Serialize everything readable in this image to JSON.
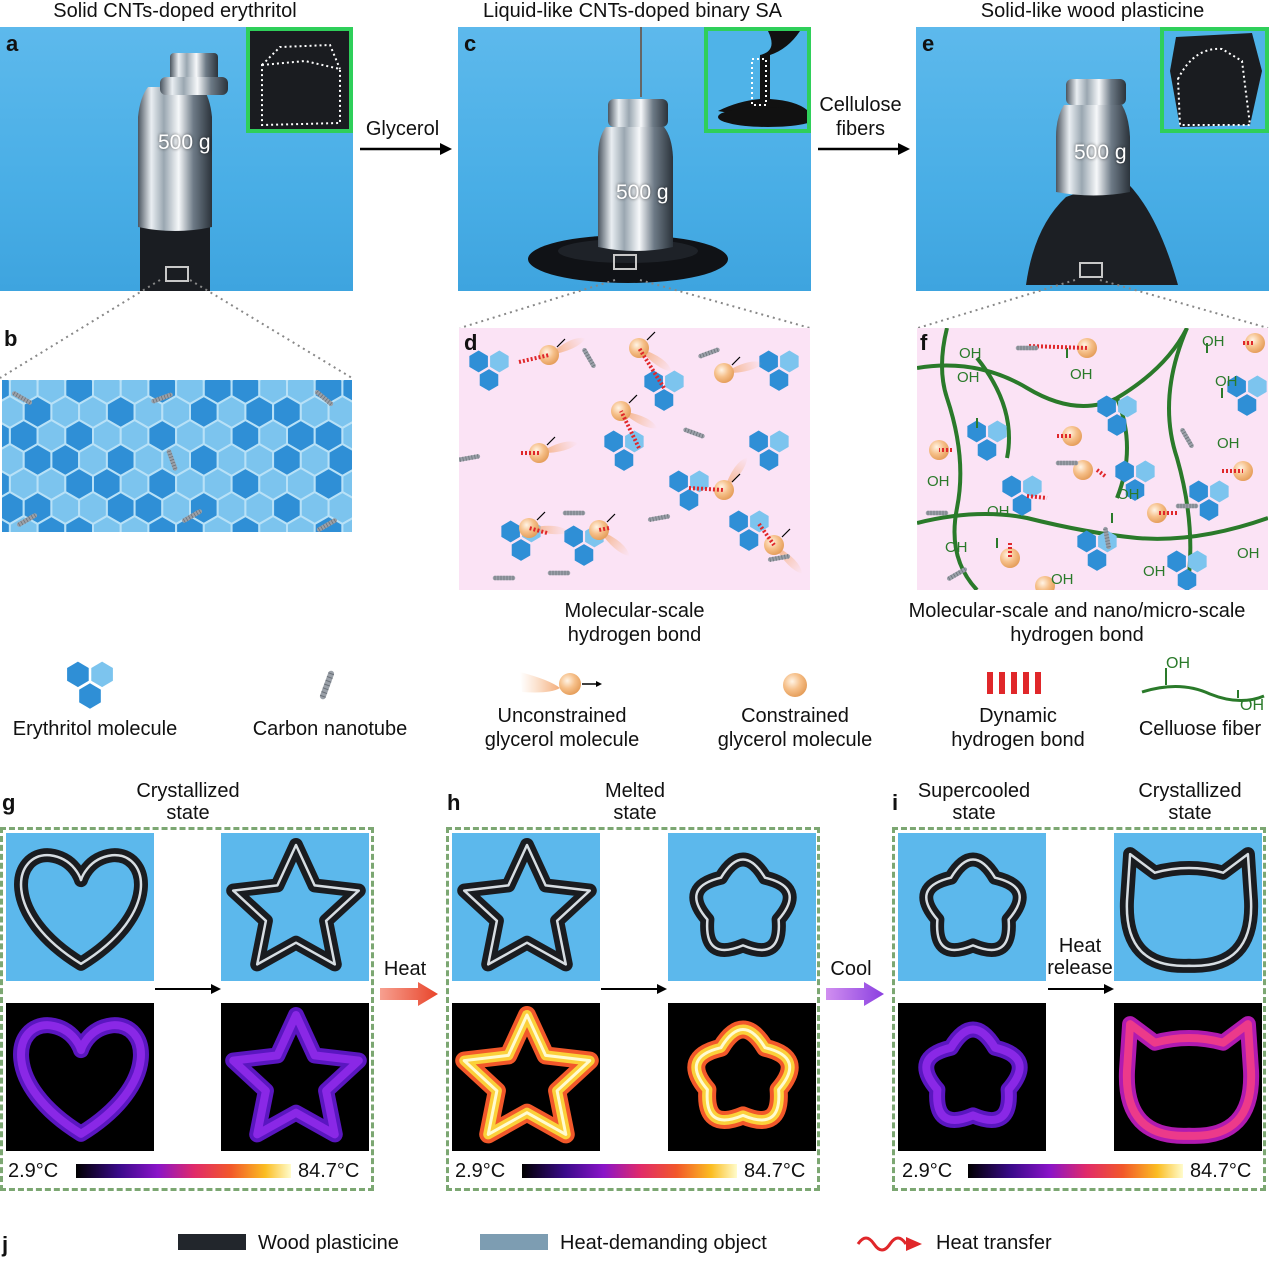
{
  "top_titles": {
    "a": "Solid CNTs-doped erythritol",
    "c": "Liquid-like CNTs-doped binary SA",
    "e": "Solid-like wood plasticine"
  },
  "panel_letters": {
    "a": "a",
    "b": "b",
    "c": "c",
    "d": "d",
    "e": "e",
    "f": "f",
    "g": "g",
    "h": "h",
    "i": "i",
    "j": "j"
  },
  "weights": {
    "a": "500 g",
    "c": "500 g",
    "e": "500 g"
  },
  "arrows": {
    "glycerol": "Glycerol",
    "cellulose_line1": "Cellulose",
    "cellulose_line2": "fibers"
  },
  "captions": {
    "d_line1": "Molecular-scale",
    "d_line2": "hydrogen bond",
    "f_line1": "Molecular-scale and nano/micro-scale",
    "f_line2": "hydrogen bond"
  },
  "legend": {
    "erythritol": "Erythritol molecule",
    "cnt": "Carbon nanotube",
    "unconstrained_1": "Unconstrained",
    "unconstrained_2": "glycerol molecule",
    "constrained_1": "Constrained",
    "constrained_2": "glycerol molecule",
    "hbond_1": "Dynamic",
    "hbond_2": "hydrogen bond",
    "cellulose": "Celluose fiber",
    "oh": "OH"
  },
  "states": {
    "g_1": "Crystallized",
    "g_2": "state",
    "h_1": "Melted",
    "h_2": "state",
    "i_1": "Supercooled",
    "i_2": "state",
    "i2_1": "Crystallized",
    "i2_2": "state"
  },
  "process": {
    "heat": "Heat",
    "cool": "Cool",
    "heat_release_1": "Heat",
    "heat_release_2": "release"
  },
  "colorbar": {
    "min": "2.9°C",
    "max": "84.7°C"
  },
  "bottom_legend": {
    "wood": "Wood plasticine",
    "object": "Heat-demanding object",
    "transfer": "Heat transfer"
  },
  "colors": {
    "photo_bg": "#4fb3e8",
    "inset_border": "#2fcf5a",
    "hex_dark": "#2f8fd6",
    "hex_light": "#7cc4ee",
    "diagram_bg": "#fbe3f5",
    "fiber": "#2a7a2a",
    "hbond": "#e0272a",
    "panel_dash": "#7ca772",
    "wood": "#22262c",
    "object": "#7d9db2"
  },
  "icons": [
    "weight-icon",
    "hexagon-cluster-icon",
    "nanotube-icon",
    "glycerol-ball-icon",
    "hbond-icon",
    "fiber-icon",
    "arrow-icon",
    "wave-arrow-icon"
  ]
}
